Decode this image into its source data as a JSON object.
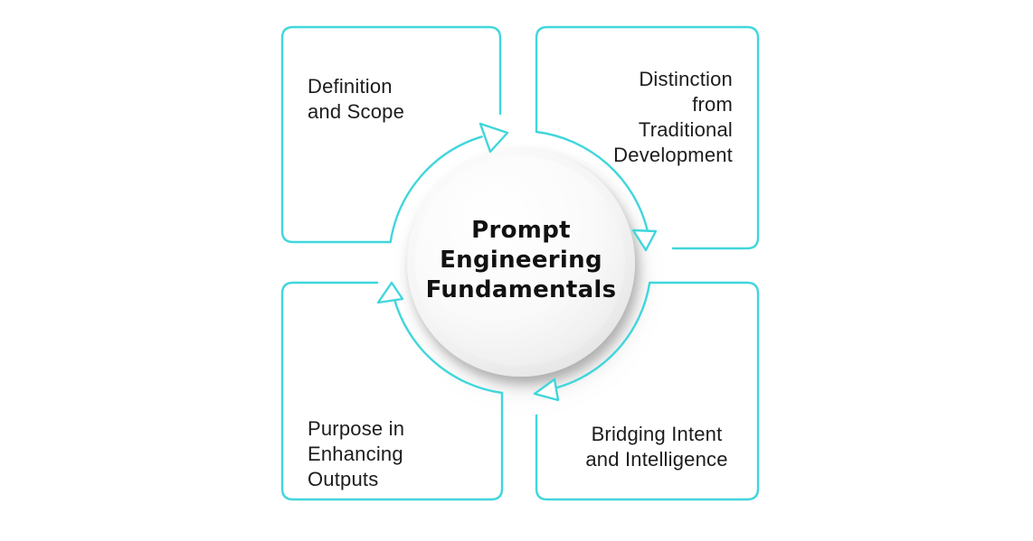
{
  "diagram_title": "Prompt Engineering Fundamentals",
  "colors": {
    "accent": "#40D6DC",
    "text": "#1C1C1E",
    "background": "#FFFFFF",
    "center_text": "#111111"
  },
  "center": {
    "lines": [
      "Prompt",
      "Engineering",
      "Fundamentals"
    ]
  },
  "quadrants": [
    {
      "id": "top-left",
      "label": "Definition and Scope",
      "lines": [
        "Definition",
        "and Scope"
      ]
    },
    {
      "id": "top-right",
      "label": "Distinction from Traditional Development",
      "lines": [
        "Distinction",
        "from",
        "Traditional",
        "Development"
      ]
    },
    {
      "id": "bottom-left",
      "label": "Purpose in Enhancing Outputs",
      "lines": [
        "Purpose in",
        "Enhancing",
        "Outputs"
      ]
    },
    {
      "id": "bottom-right",
      "label": "Bridging Intent and Intelligence",
      "lines": [
        "Bridging Intent",
        "and Intelligence"
      ]
    }
  ],
  "flow": {
    "direction": "clockwise",
    "arrow_count": 4
  }
}
